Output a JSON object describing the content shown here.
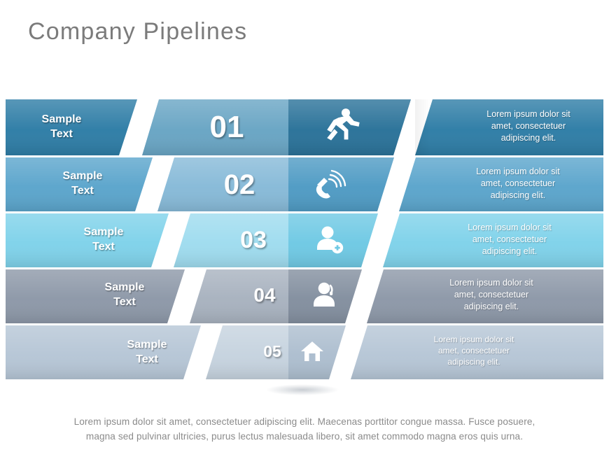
{
  "page": {
    "title": "Company Pipelines",
    "background_color": "#ffffff",
    "title_color": "#7b7b7b"
  },
  "chart_data": {
    "type": "funnel",
    "title": "Company Pipelines",
    "stage_count": 5,
    "categories": [
      "01",
      "02",
      "03",
      "04",
      "05"
    ],
    "left_label_common": "Sample\nText",
    "description_common": "Lorem ipsum dolor sit\namet, consectetuer\nadipiscing elit.",
    "colors": [
      "#2e7da6",
      "#5ba5cc",
      "#7fd2ea",
      "#8d98a8",
      "#b6c6d6"
    ],
    "icon_panel_colors": [
      "#2a7299",
      "#4f9bc4",
      "#6fc9e4",
      "#838f9f",
      "#adbecf"
    ]
  },
  "rows": [
    {
      "number": "01",
      "label": "Sample\nText",
      "icon": "running-person-icon",
      "description": "Lorem ipsum dolor sit\namet, consectetuer\nadipiscing elit.",
      "color": "#2e7da6"
    },
    {
      "number": "02",
      "label": "Sample\nText",
      "icon": "ringing-phone-icon",
      "description": "Lorem ipsum dolor sit\namet, consectetuer\nadipiscing elit.",
      "color": "#5ba5cc"
    },
    {
      "number": "03",
      "label": "Sample\nText",
      "icon": "add-user-icon",
      "description": "Lorem ipsum dolor sit\namet, consectetuer\nadipiscing elit.",
      "color": "#7fd2ea"
    },
    {
      "number": "04",
      "label": "Sample\nText",
      "icon": "support-agent-icon",
      "description": "Lorem ipsum dolor sit\namet, consectetuer\nadipiscing elit.",
      "color": "#8d98a8"
    },
    {
      "number": "05",
      "label": "Sample\nText",
      "icon": "home-icon",
      "description": "Lorem ipsum dolor sit\namet, consectetuer\nadipiscing elit.",
      "color": "#b6c6d6"
    }
  ],
  "footer": {
    "text": "Lorem ipsum dolor sit amet, consectetuer adipiscing elit. Maecenas porttitor congue massa. Fusce posuere,\nmagna sed pulvinar ultricies, purus lectus malesuada libero, sit amet commodo magna eros quis urna.",
    "color": "#8b8b8b"
  }
}
